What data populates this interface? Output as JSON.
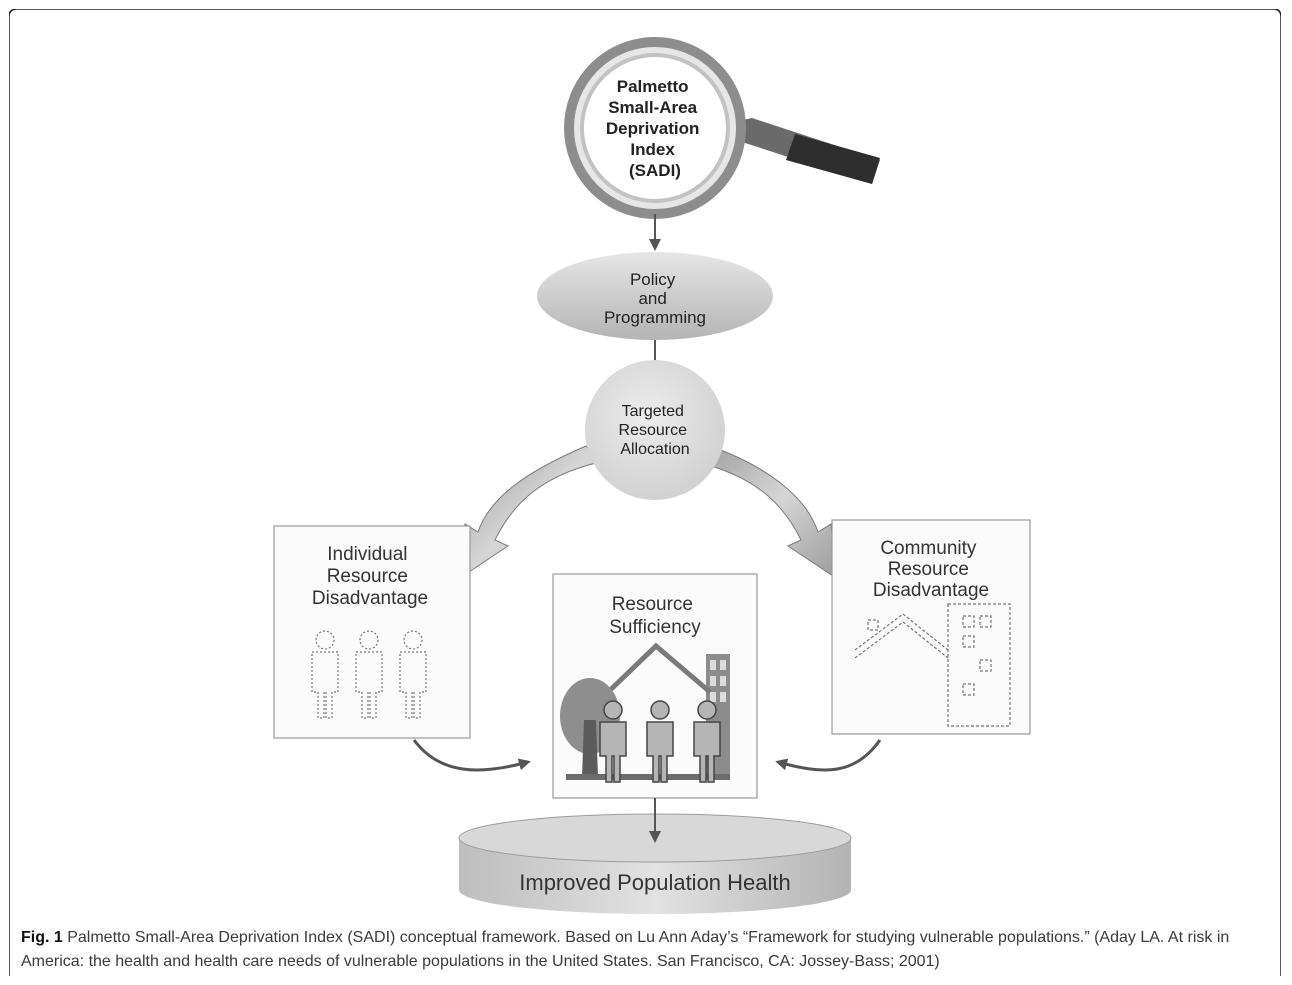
{
  "diagram": {
    "magnifier": {
      "lines": [
        "Palmetto",
        "Small-Area",
        "Deprivation",
        "Index",
        "(SADI)"
      ]
    },
    "policy": {
      "lines": [
        "Policy",
        "and",
        "Programming"
      ]
    },
    "targeted": {
      "lines": [
        "Targeted",
        "Resource",
        "Allocation"
      ]
    },
    "individual": {
      "lines": [
        "Individual",
        "Resource",
        "Disadvantage"
      ]
    },
    "sufficiency": {
      "lines": [
        "Resource",
        "Sufficiency"
      ]
    },
    "community": {
      "lines": [
        "Community",
        "Resource",
        "Disadvantage"
      ]
    },
    "outcome": {
      "label": "Improved Population Health"
    }
  },
  "caption": {
    "label": "Fig. 1",
    "text": " Palmetto Small-Area Deprivation Index (SADI) conceptual framework. Based on Lu Ann Aday’s “Framework for studying vulnerable populations.” (Aday LA. At risk in America: the health and health care needs of vulnerable populations in the United States. San Francisco, CA: Jossey-Bass; 2001)"
  }
}
